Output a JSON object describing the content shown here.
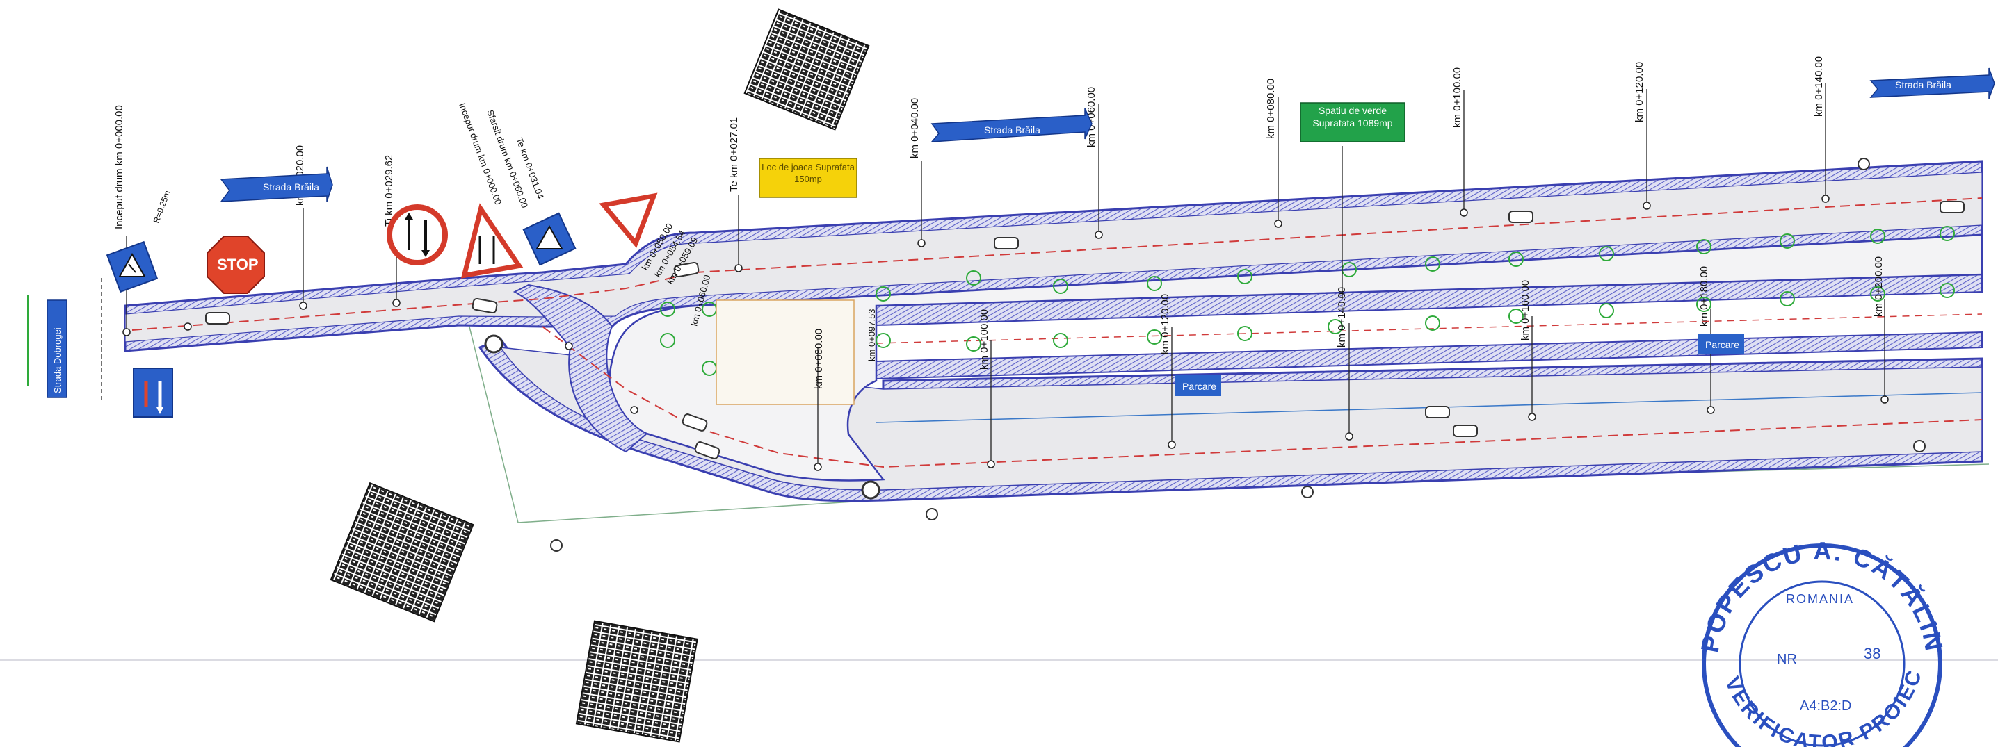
{
  "colors": {
    "road_edge": "#3a3fb0",
    "road_fill": "#e9e9ec",
    "hatch": "#5b5fc8",
    "centerline": "#d03a3a",
    "tree": "#2eaa3a",
    "street_sign": "#2a5fc8",
    "parking_sign": "#2a62c9",
    "green_label": "#22a24a",
    "yellow_label": "#f5d20a",
    "stamp": "#2a4fbf",
    "stop": "#e0442a"
  },
  "street_names": [
    "Strada Brăila",
    "Strada Brăila",
    "Strada Brăila",
    "Strada Dobrogei"
  ],
  "chainage": {
    "start": "Inceput drum km 0+000.00",
    "k020": "km 0+020.00",
    "ti1": "Ti km 0+029.62",
    "ramp0": "Inceput drum km 0+000.00",
    "ramp_end": "Sfarsit drum km 0+060.00",
    "ramp_tc": "Te km 0+031.04",
    "te_main": "Te km 0+027.01",
    "k040": "km 0+040.00",
    "k060": "km 0+060.00",
    "k080": "km 0+080.00",
    "k100": "km 0+100.00",
    "k120": "km 0+120.00",
    "k140": "km 0+140.00",
    "lower": [
      "km 0+080.00",
      "km 0+100.00",
      "km 0+120.00",
      "km 0+140.00",
      "km 0+160.00",
      "km 0+180.00",
      "km 0+200.00"
    ],
    "ramp_marks": [
      "km 0+050.00",
      "km 0+054.54",
      "km 0+059.09",
      "km 0+060.00"
    ],
    "lower_start": "km 0+097.53"
  },
  "labels": {
    "green_space": "Spatiu de verde Suprafata 1089mp",
    "yellow_space": "Loc de joaca Suprafata 150mp",
    "parking": "Parcare",
    "stop_text": "STOP",
    "radius_note": "R=9.25m"
  },
  "stamp": {
    "name": "POPESCU A. CĂTĂLIN",
    "country": "ROMANIA",
    "nr_label": "NR",
    "nr_value": "38",
    "code": "A4:B2:D",
    "bottom": "VERIFICATOR PROIECTE"
  }
}
